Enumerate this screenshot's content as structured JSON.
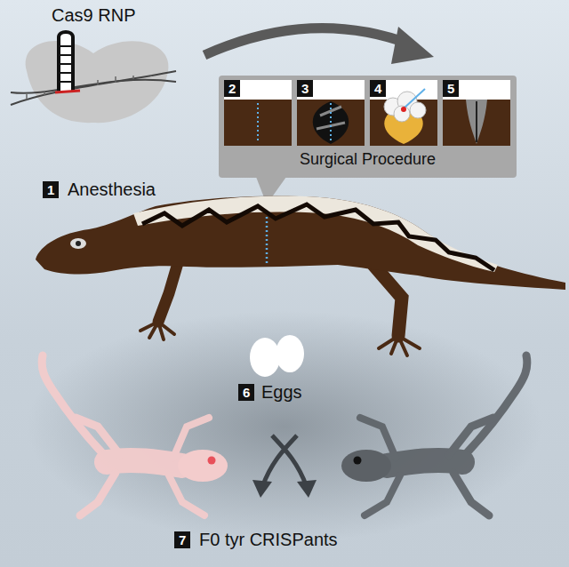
{
  "diagram": {
    "nodes": [
      {
        "text": [
          "Surgical Procedure"
        ]
      },
      {
        "text": [
          "2"
        ],
        "in": 0
      },
      {
        "text": [
          "3"
        ],
        "in": 0
      },
      {
        "text": [
          "4"
        ],
        "in": 0
      },
      {
        "text": [
          "5"
        ],
        "in": 0
      }
    ],
    "labels": [
      "Cas9 RNP",
      "1",
      "Anesthesia",
      "6",
      "Eggs",
      "7",
      "F0 tyr CRISPants"
    ]
  }
}
